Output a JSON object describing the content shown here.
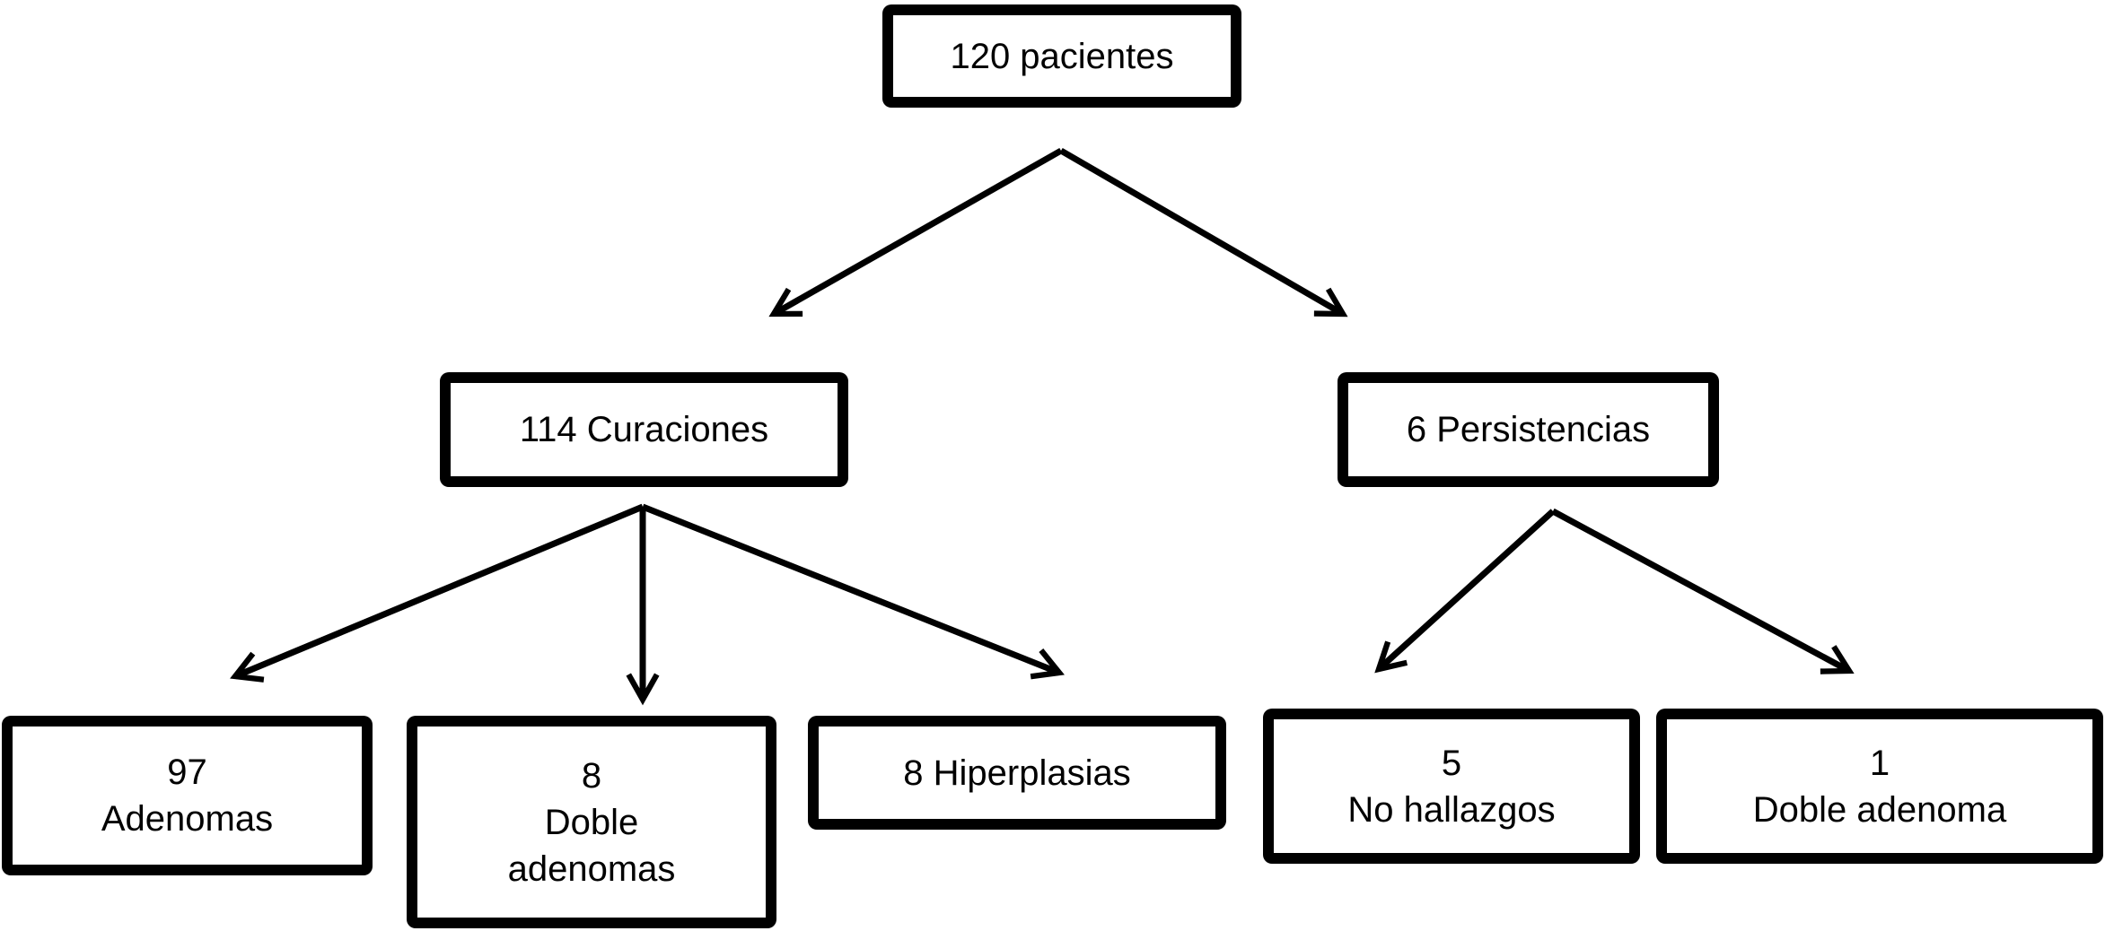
{
  "nodes": {
    "pacientes": {
      "label": "120 pacientes"
    },
    "curaciones": {
      "label": "114 Curaciones"
    },
    "persistencias": {
      "label": "6 Persistencias"
    },
    "adenomas": {
      "line1": "97",
      "line2": "Adenomas"
    },
    "doble_adenomas": {
      "line1": "8",
      "line2": "Doble",
      "line3": "adenomas"
    },
    "hiperplasias": {
      "label": "8 Hiperplasias"
    },
    "no_hallazgos": {
      "line1": "5",
      "line2": "No hallazgos"
    },
    "doble_adenoma": {
      "line1": "1",
      "line2": "Doble adenoma"
    }
  },
  "edges": [
    {
      "from": "120 pacientes",
      "to": "114 Curaciones"
    },
    {
      "from": "120 pacientes",
      "to": "6 Persistencias"
    },
    {
      "from": "114 Curaciones",
      "to": "97 Adenomas"
    },
    {
      "from": "114 Curaciones",
      "to": "8 Doble adenomas"
    },
    {
      "from": "114 Curaciones",
      "to": "8 Hiperplasias"
    },
    {
      "from": "6 Persistencias",
      "to": "5 No hallazgos"
    },
    {
      "from": "6 Persistencias",
      "to": "1 Doble adenoma"
    }
  ],
  "colors": {
    "background": "#ffffff",
    "box_fill": "#ffffff",
    "box_border": "#000000",
    "arrow": "#000000",
    "text": "#000000"
  }
}
